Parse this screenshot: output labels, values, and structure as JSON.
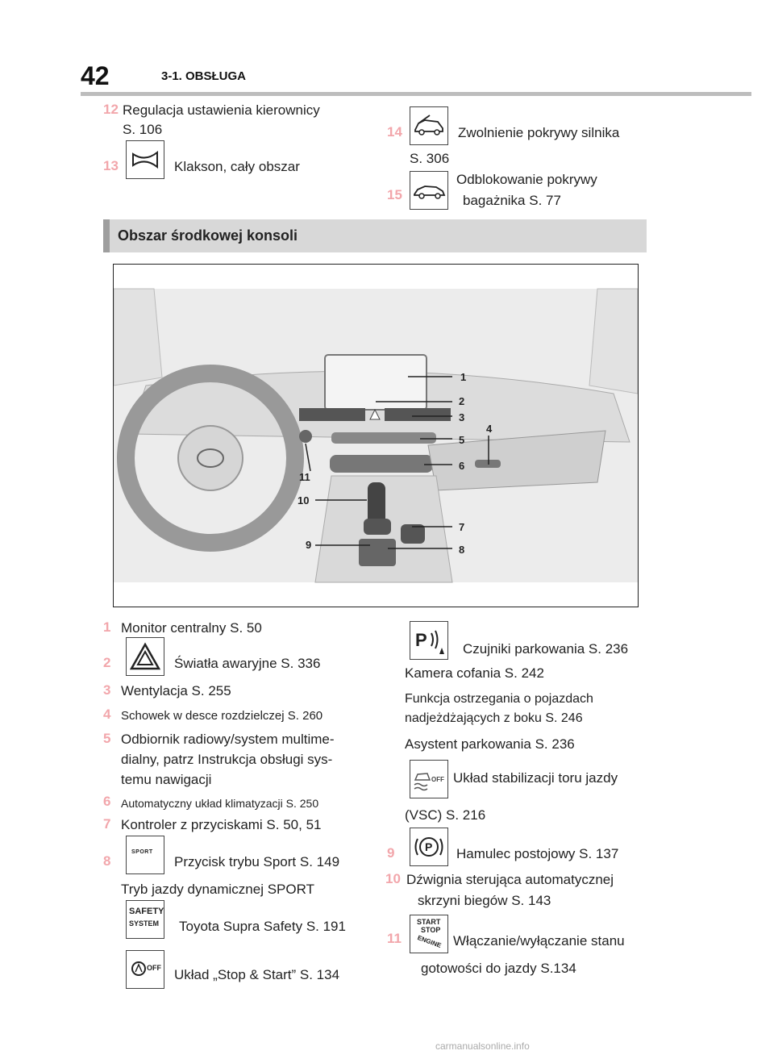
{
  "header": {
    "page_number": "42",
    "chapter": "3-1. OBSŁUGA"
  },
  "top_items": [
    {
      "num": "12",
      "lines": [
        "Regulacja ustawienia kierownicy",
        "S. 106"
      ]
    },
    {
      "num": "13",
      "icon": "horn-icon",
      "text": "Klakson, cały obszar"
    },
    {
      "num": "14",
      "icon": "hood-release-icon",
      "text": "Zwolnienie pokrywy silnika",
      "cont": "S. 306"
    },
    {
      "num": "15",
      "icon": "trunk-release-icon",
      "lines": [
        "Odblokowanie pokrywy",
        "bagażnika S. 77"
      ]
    }
  ],
  "section": {
    "title": "Obszar środkowej konsoli"
  },
  "figure": {
    "callouts": [
      "1",
      "2",
      "3",
      "4",
      "5",
      "6",
      "7",
      "8",
      "9",
      "10",
      "11"
    ]
  },
  "items": {
    "i1": {
      "num": "1",
      "text": "Monitor centralny S. 50"
    },
    "i2": {
      "num": "2",
      "icon": "hazard-icon",
      "text": "Światła awaryjne S. 336"
    },
    "i3": {
      "num": "3",
      "text": "Wentylacja S. 255"
    },
    "i4": {
      "num": "4",
      "text": "Schowek w desce rozdzielczej S. 260"
    },
    "i5": {
      "num": "5",
      "lines": [
        "Odbiornik radiowy/system multime-",
        "dialny, patrz Instrukcja obsługi sys-",
        "temu nawigacji"
      ]
    },
    "i6": {
      "num": "6",
      "text": "Automatyczny układ klimatyzacji S. 250"
    },
    "i7": {
      "num": "7",
      "text": "Kontroler z przyciskami S. 50, 51"
    },
    "i8": {
      "num": "8",
      "icon": "sport-icon",
      "icon_label": "SPORT",
      "text": "Przycisk trybu Sport S. 149",
      "sub1": "Tryb jazdy dynamicznej SPORT",
      "safety_icon": "safety-system-icon",
      "safety_label": [
        "SAFETY",
        "SYSTEM"
      ],
      "safety_text": "Toyota Supra Safety S. 191",
      "stopstart_icon": "auto-stop-off-icon",
      "stopstart_label": "OFF",
      "stopstart_text": "Układ „Stop & Start” S. 134"
    },
    "i8b": {
      "pdc_icon": "parking-sensor-icon",
      "pdc_text": "Czujniki parkowania S. 236",
      "camera": "Kamera cofania S. 242",
      "cross_lines": [
        "Funkcja ostrzegania o pojazdach",
        "nadjeżdżających z boku S. 246"
      ],
      "assist": "Asystent parkowania S. 236",
      "vsc_icon": "vsc-off-icon",
      "vsc_label": "OFF",
      "vsc_text": "Układ stabilizacji toru jazdy",
      "vsc_cont": "(VSC) S. 216"
    },
    "i9": {
      "num": "9",
      "icon": "parking-brake-icon",
      "text": "Hamulec postojowy S. 137"
    },
    "i10": {
      "num": "10",
      "lines": [
        "Dźwignia sterująca automatycznej",
        "skrzyni biegów S. 143"
      ]
    },
    "i11": {
      "num": "11",
      "icon": "engine-start-stop-icon",
      "icon_label": [
        "START",
        "STOP",
        "ENGINE"
      ],
      "text": "Włączanie/wyłączanie stanu",
      "cont": "gotowości do jazdy S.134"
    }
  },
  "footer": {
    "watermark": "carmanualsonline.info"
  }
}
